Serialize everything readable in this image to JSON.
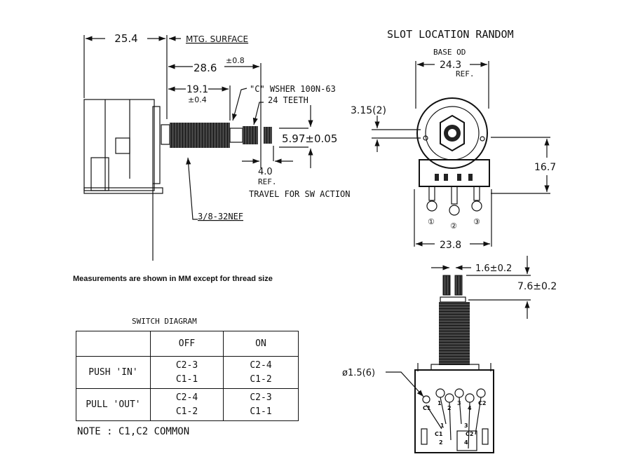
{
  "side_view": {
    "dim_body": "25.4",
    "mtg_surface": "MTG. SURFACE",
    "dim_shaft": "28.6",
    "dim_shaft_tol": "±0.8",
    "dim_bushing": "19.1",
    "dim_bushing_tol": "±0.4",
    "washer": "\"C\" WSHER 100N-63",
    "teeth": "24 TEETH",
    "shaft_dia": "5.97±0.05",
    "travel": "4.0",
    "travel_ref": "REF.",
    "travel_note": "TRAVEL FOR SW ACTION",
    "thread": "3/8-32NEF"
  },
  "front_view": {
    "title": "SLOT LOCATION RANDOM",
    "base_od_label": "BASE OD",
    "base_od": "24.3",
    "base_od_ref": "REF.",
    "slot": "3.15(2)",
    "height": "16.7",
    "width": "23.8",
    "terminals": [
      "①",
      "②",
      "③"
    ]
  },
  "note": "Measurements are shown in MM except for thread size",
  "switch_diagram": {
    "title": "SWITCH DIAGRAM",
    "columns": [
      "",
      "OFF",
      "ON"
    ],
    "rows": [
      {
        "label": "PUSH 'IN'",
        "off": [
          "C2-3",
          "C1-1"
        ],
        "on": [
          "C2-4",
          "C1-2"
        ]
      },
      {
        "label": "PULL 'OUT'",
        "off": [
          "C2-4",
          "C1-2"
        ],
        "on": [
          "C2-3",
          "C1-1"
        ]
      }
    ],
    "note": "NOTE : C1,C2 COMMON"
  },
  "bottom_view": {
    "slot_width": "1.6±0.2",
    "slot_depth": "7.6±0.2",
    "hole": "ø1.5(6)",
    "pins_top": [
      "C1",
      "1",
      "2",
      "3",
      "4",
      "C2"
    ],
    "pins_bottom": [
      "1",
      "C1",
      "2",
      "3",
      "C2",
      "4"
    ]
  }
}
